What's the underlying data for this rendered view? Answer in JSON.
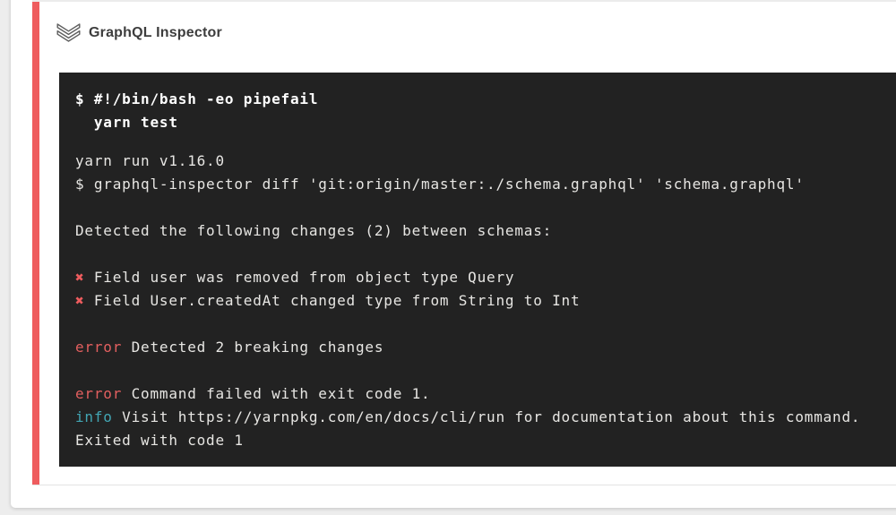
{
  "colors": {
    "page_bg": "#ededed",
    "card_bg": "#ffffff",
    "accent_red": "#ee5c5e",
    "divider_top": "#ebebeb",
    "divider_bottom": "#e3e3e3",
    "terminal_bg": "#222222",
    "terminal_text": "#e7e6e3",
    "command_text": "#ffffff",
    "error_red": "#e25f5f",
    "info_cyan": "#42a5b3",
    "title_text": "#3d3d3d"
  },
  "step": {
    "title": "GraphQL Inspector",
    "collapse_icon": "chevron-double-down-icon",
    "status": "failed"
  },
  "terminal": {
    "command_lines": [
      "$ #!/bin/bash -eo pipefail",
      "  yarn test"
    ],
    "output_lines": [
      {
        "text": "yarn run v1.16.0"
      },
      {
        "text": "$ graphql-inspector diff 'git:origin/master:./schema.graphql' 'schema.graphql'"
      },
      {
        "text": ""
      },
      {
        "text": "Detected the following changes (2) between schemas:"
      },
      {
        "text": ""
      },
      {
        "prefix": "✖",
        "prefix_style": "x",
        "text": "Field user was removed from object type Query"
      },
      {
        "prefix": "✖",
        "prefix_style": "x",
        "text": "Field User.createdAt changed type from String to Int"
      },
      {
        "text": ""
      },
      {
        "prefix": "error",
        "prefix_style": "error",
        "text": "Detected 2 breaking changes"
      },
      {
        "text": ""
      },
      {
        "prefix": "error",
        "prefix_style": "error",
        "text": "Command failed with exit code 1."
      },
      {
        "prefix": "info",
        "prefix_style": "info",
        "text": "Visit https://yarnpkg.com/en/docs/cli/run for documentation about this command."
      },
      {
        "text": "Exited with code 1"
      }
    ]
  }
}
